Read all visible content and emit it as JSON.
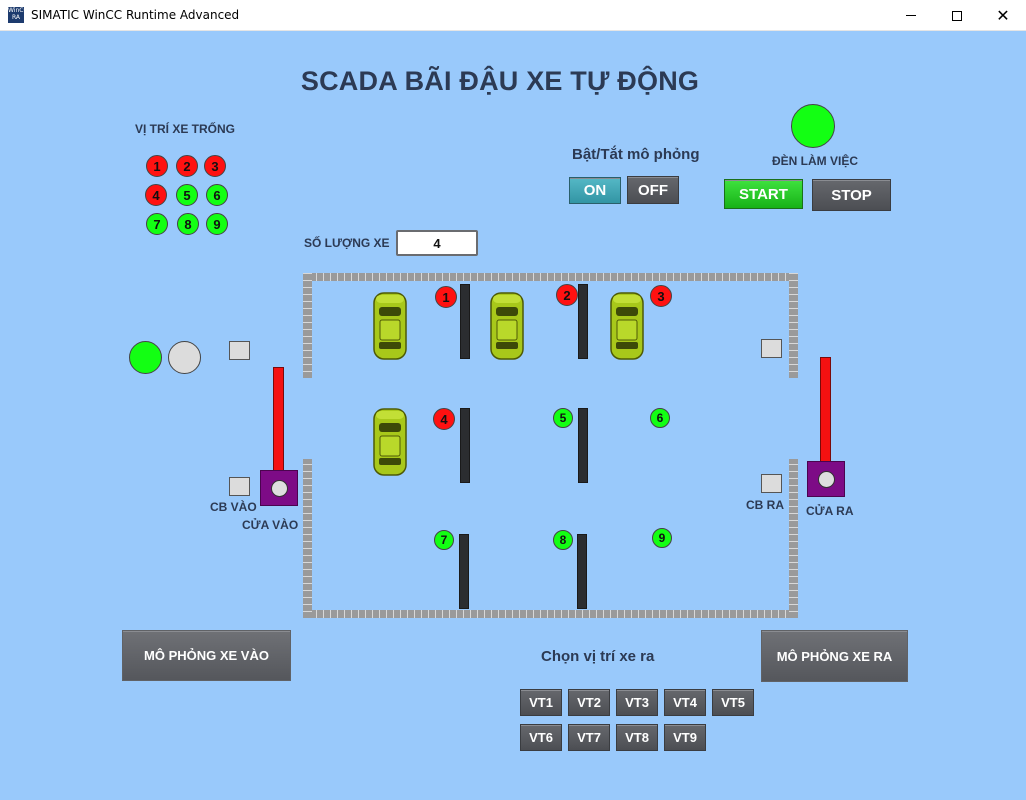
{
  "window": {
    "icon_text": "WinCC RA",
    "title": "SIMATIC WinCC Runtime Advanced",
    "minimize": "minimize",
    "maximize": "maximize",
    "close": "✕"
  },
  "title": "SCADA BÃI ĐẬU XE TỰ ĐỘNG",
  "vacancy": {
    "label": "VỊ TRÍ XE TRỐNG",
    "slots": [
      {
        "num": "1",
        "status": "occupied",
        "color": "#ff1111"
      },
      {
        "num": "2",
        "status": "occupied",
        "color": "#ff1111"
      },
      {
        "num": "3",
        "status": "occupied",
        "color": "#ff1111"
      },
      {
        "num": "4",
        "status": "occupied",
        "color": "#ff1111"
      },
      {
        "num": "5",
        "status": "empty",
        "color": "#13ff13"
      },
      {
        "num": "6",
        "status": "empty",
        "color": "#13ff13"
      },
      {
        "num": "7",
        "status": "empty",
        "color": "#13ff13"
      },
      {
        "num": "8",
        "status": "empty",
        "color": "#13ff13"
      },
      {
        "num": "9",
        "status": "empty",
        "color": "#13ff13"
      }
    ]
  },
  "simulation": {
    "label": "Bật/Tắt mô phỏng",
    "on_label": "ON",
    "off_label": "OFF"
  },
  "work_light": {
    "label": "ĐÈN LÀM VIỆC",
    "state": "on",
    "color": "#13ff13"
  },
  "start_label": "START",
  "stop_label": "STOP",
  "car_count": {
    "label": "SỐ LƯỢNG XE",
    "value": "4"
  },
  "entrance": {
    "sensor_label": "CB VÀO",
    "gate_label": "CỬA VÀO",
    "lamp_green": "on",
    "lamp_gray": "off"
  },
  "exit": {
    "sensor_label": "CB RA",
    "gate_label": "CỬA RA"
  },
  "lot_spots": [
    {
      "num": "1",
      "status": "occupied",
      "car": true
    },
    {
      "num": "2",
      "status": "occupied",
      "car": true
    },
    {
      "num": "3",
      "status": "occupied",
      "car": true
    },
    {
      "num": "4",
      "status": "occupied",
      "car": true
    },
    {
      "num": "5",
      "status": "empty",
      "car": false
    },
    {
      "num": "6",
      "status": "empty",
      "car": false
    },
    {
      "num": "7",
      "status": "empty",
      "car": false
    },
    {
      "num": "8",
      "status": "empty",
      "car": false
    },
    {
      "num": "9",
      "status": "empty",
      "car": false
    }
  ],
  "sim_in_label": "MÔ PHỎNG XE VÀO",
  "sim_out_label": "MÔ PHỎNG XE RA",
  "choose_exit": {
    "label": "Chọn vị trí xe ra",
    "buttons": [
      "VT1",
      "VT2",
      "VT3",
      "VT4",
      "VT5",
      "VT6",
      "VT7",
      "VT8",
      "VT9"
    ]
  },
  "colors": {
    "background": "#99c9fb",
    "occupied": "#ff1111",
    "empty": "#13ff13",
    "gate": "#7d0b86",
    "car": "#a8c81a"
  }
}
